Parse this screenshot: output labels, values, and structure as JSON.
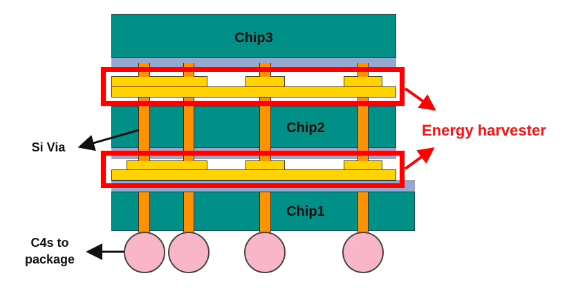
{
  "diagram": {
    "chips": [
      {
        "label": "Chip3"
      },
      {
        "label": "Chip2"
      },
      {
        "label": "Chip1"
      }
    ],
    "labels": {
      "si_via": "Si Via",
      "c4_line1": "C4s to",
      "c4_line2": "package",
      "energy_harvester": "Energy harvester"
    },
    "colors": {
      "chip": "#009088",
      "via": "#ff9200",
      "metal": "#ffd200",
      "bond_layer": "#95a8cf",
      "c4_bump": "#f8b6c8",
      "highlight": "#ff0000"
    },
    "icons": {
      "arrow": "left-arrow",
      "highlight_arrow": "red-arrow"
    }
  }
}
